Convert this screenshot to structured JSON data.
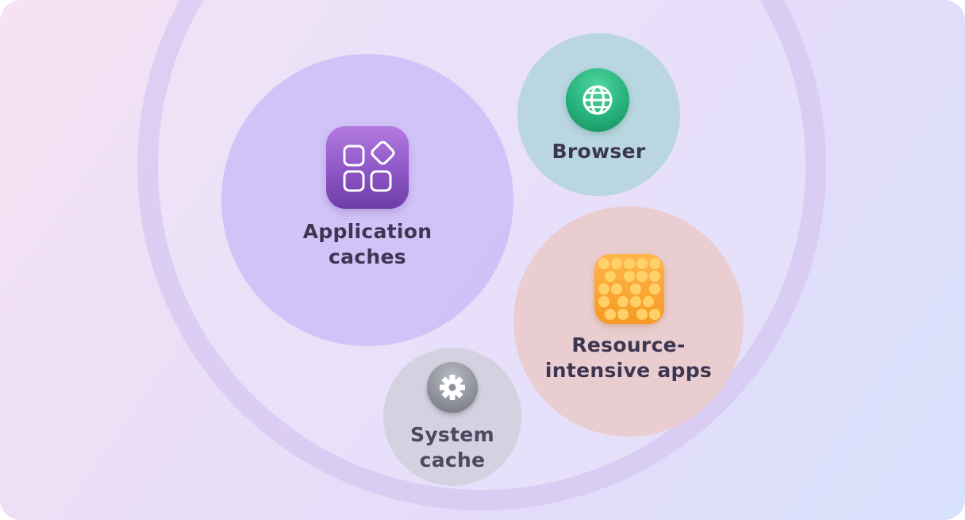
{
  "diagram": {
    "nodes": [
      {
        "id": "application-caches",
        "lines": [
          "Application",
          "caches"
        ],
        "icon": "app-grid-icon"
      },
      {
        "id": "browser",
        "lines": [
          "Browser"
        ],
        "icon": "globe-icon"
      },
      {
        "id": "resource-intensive-apps",
        "lines": [
          "Resource-",
          "intensive apps"
        ],
        "icon": "dot-grid-icon"
      },
      {
        "id": "system-cache",
        "lines": [
          "System",
          "cache"
        ],
        "icon": "gear-icon"
      }
    ]
  },
  "colors": {
    "application": "#c8b8f6",
    "browser": "#bad6e0",
    "resource": "#e9cdd0",
    "system": "#d4d1e0",
    "text": "#3d3653"
  }
}
